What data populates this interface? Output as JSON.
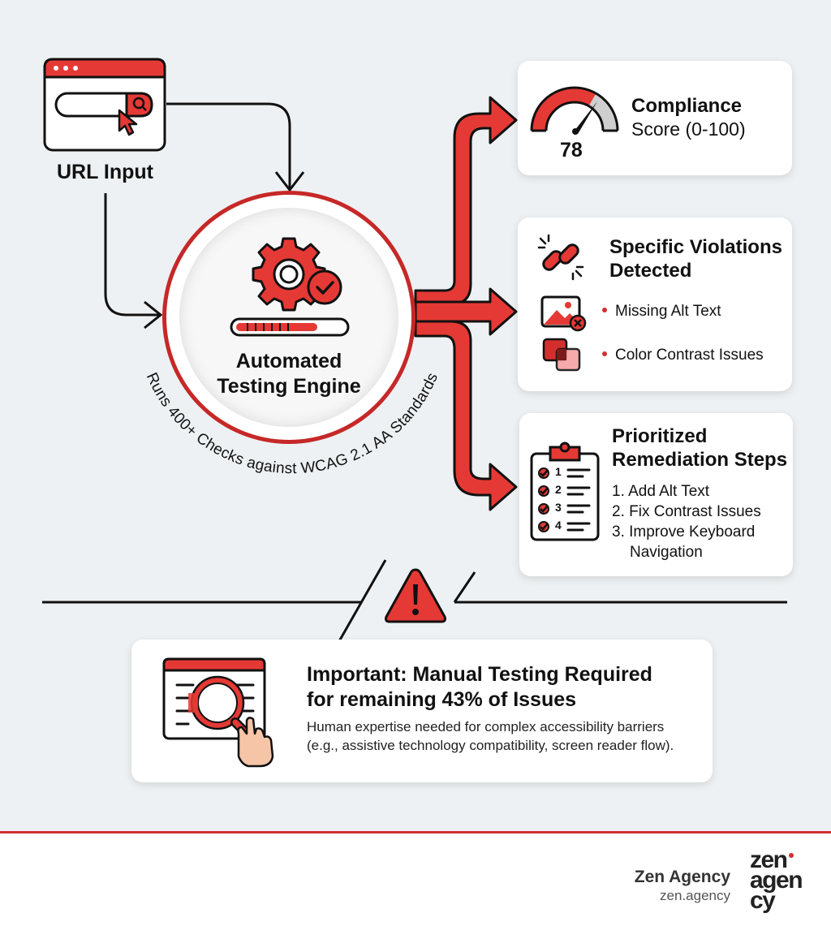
{
  "url_input": {
    "label": "URL Input"
  },
  "engine": {
    "title_line1": "Automated",
    "title_line2": "Testing Engine",
    "arc_text": "Runs 400+ Checks against WCAG 2.1 AA Standards"
  },
  "compliance": {
    "title_line1": "Compliance",
    "title_line2": "Score (0-100)",
    "score": "78",
    "score_value": 78
  },
  "violations": {
    "title_line1": "Specific Violations",
    "title_line2": "Detected",
    "items": [
      "Missing Alt Text",
      "Color Contrast Issues"
    ]
  },
  "remediation": {
    "title_line1": "Prioritized",
    "title_line2": "Remediation Steps",
    "steps": [
      "1. Add Alt Text",
      "2. Fix Contrast Issues",
      "3. Improve Keyboard",
      "Navigation"
    ],
    "checklist_numbers": [
      "1",
      "2",
      "3",
      "4"
    ]
  },
  "manual": {
    "title_line1": "Important: Manual Testing Required",
    "title_line2": "for remaining 43% of Issues",
    "desc_line1": "Human expertise needed for complex accessibility barriers",
    "desc_line2": "(e.g., assistive technology compatibility, screen reader flow)."
  },
  "footer": {
    "brand": "Zen Agency",
    "url": "zen.agency",
    "logo_lines": [
      "zen",
      "agen",
      "cy"
    ]
  },
  "colors": {
    "accent": "#d32f2f",
    "ink": "#111111",
    "background": "#eef1f3"
  },
  "icons": [
    "browser-window-icon",
    "cursor-icon",
    "gear-check-icon",
    "progress-bar-icon",
    "gauge-icon",
    "broken-link-icon",
    "image-error-icon",
    "overlapping-squares-icon",
    "clipboard-checklist-icon",
    "warning-triangle-icon",
    "magnifier-hand-icon",
    "zen-agency-logo"
  ]
}
